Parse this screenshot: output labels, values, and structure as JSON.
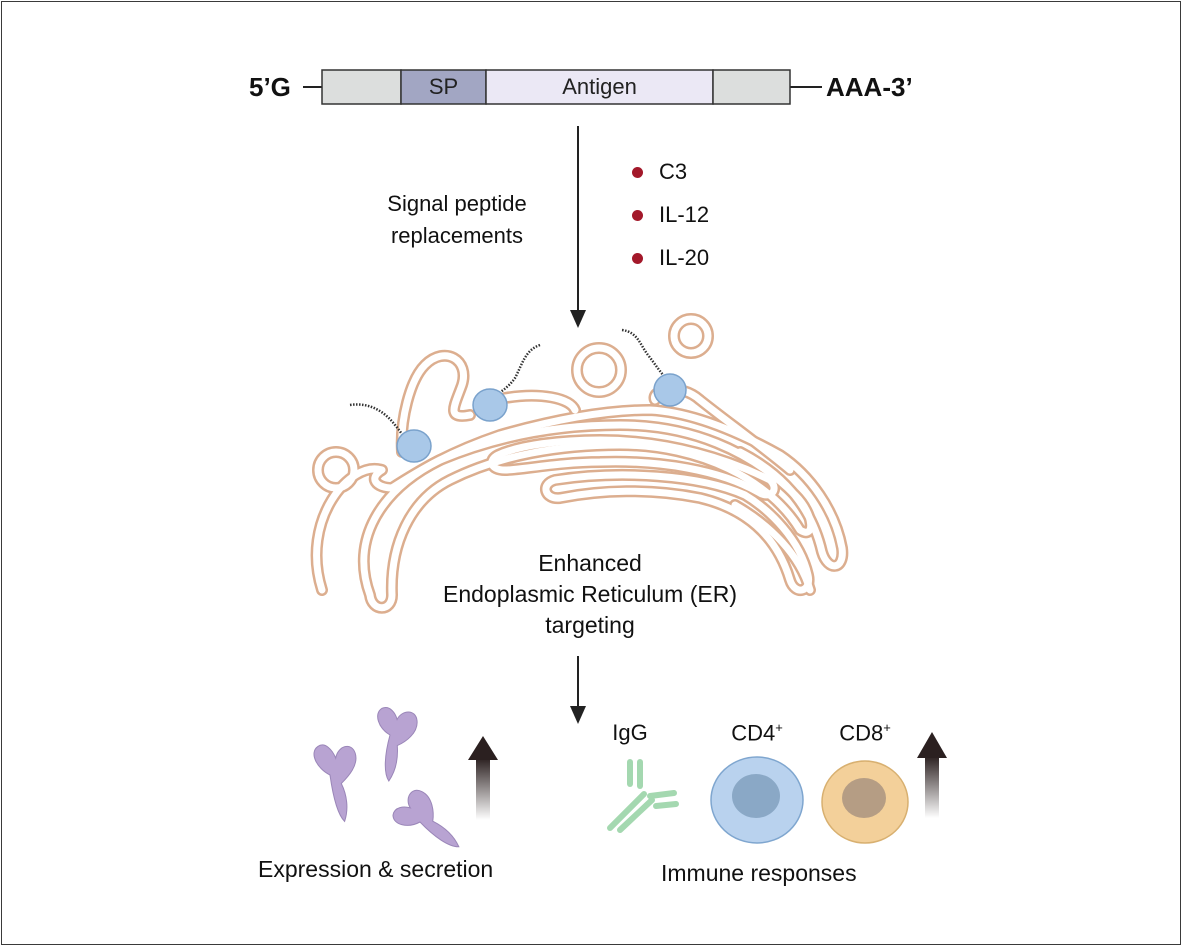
{
  "mrna": {
    "five_prime": "5’G",
    "three_prime": "AAA-3’",
    "segments": [
      {
        "label": "",
        "color": "#dcdedd"
      },
      {
        "label": "SP",
        "color": "#a2a6c3"
      },
      {
        "label": "Antigen",
        "color": "#ebe8f5"
      },
      {
        "label": "",
        "color": "#dcdedd"
      }
    ]
  },
  "step1_label": [
    "Signal peptide",
    "replacements"
  ],
  "signal_peptides": [
    "C3",
    "IL-12",
    "IL-20"
  ],
  "er_label": [
    "Enhanced",
    "Endoplasmic Reticulum  (ER)",
    "targeting"
  ],
  "outcomes": {
    "left_label": "Expression & secretion",
    "right_label": "Immune responses",
    "immune_items": [
      {
        "label": "IgG",
        "icon": "antibody-icon"
      },
      {
        "label": "CD4",
        "sup": "+",
        "icon": "cd4-cell-icon"
      },
      {
        "label": "CD8",
        "sup": "+",
        "icon": "cd8-cell-icon"
      }
    ]
  },
  "colors": {
    "er_membrane": "#dcae8f",
    "ribosome": "#a9c8e8",
    "dot": "#a3182a",
    "protein": "#b8a3d2",
    "antibody": "#a4d8b0",
    "cd4_cell": "#b9d2ee",
    "cd8_cell": "#f3d09a"
  }
}
